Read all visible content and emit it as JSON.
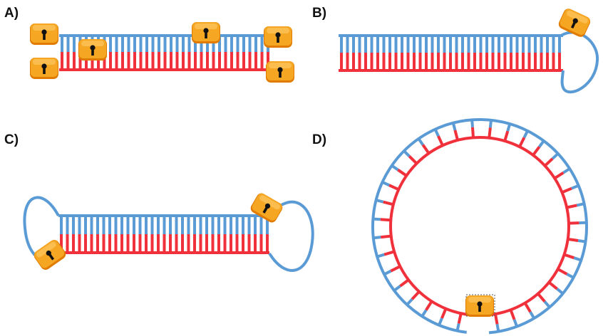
{
  "panels": {
    "a": {
      "label": "A)"
    },
    "b": {
      "label": "B)"
    },
    "c": {
      "label": "C)"
    },
    "d": {
      "label": "D)"
    }
  },
  "colors": {
    "strand_blue": "#5b9bd5",
    "strand_red": "#f0303a",
    "lock_orange": "#f5a623",
    "lock_dark": "#e07b00",
    "keyhole": "#111111"
  },
  "icons": {
    "lock": "padlock-keyhole-icon"
  }
}
